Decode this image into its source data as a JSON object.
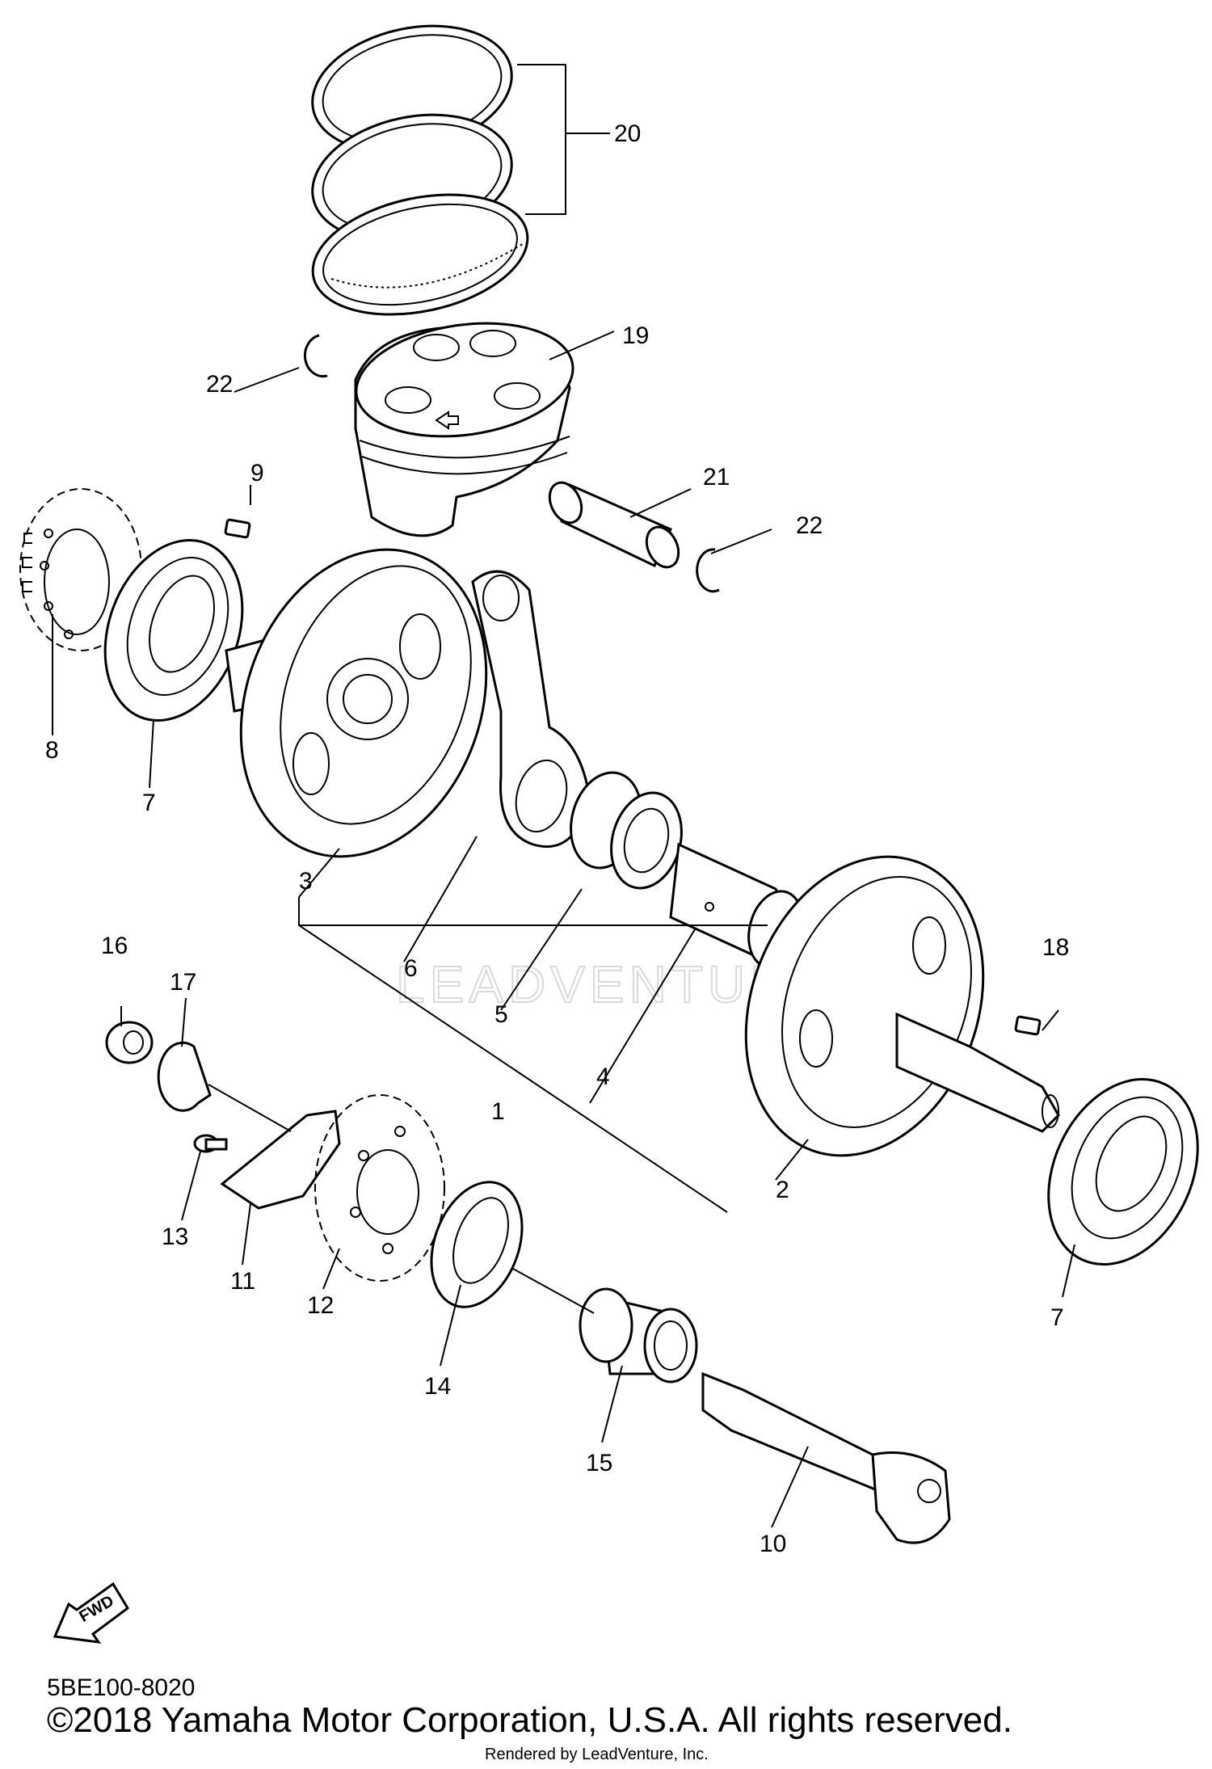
{
  "diagram": {
    "callouts": [
      "1",
      "2",
      "3",
      "4",
      "5",
      "6",
      "7",
      "7",
      "8",
      "9",
      "10",
      "11",
      "12",
      "13",
      "14",
      "15",
      "16",
      "17",
      "18",
      "19",
      "20",
      "21",
      "22",
      "22"
    ],
    "direction_label": "FWD",
    "watermark": "LEADVENTURE"
  },
  "footer": {
    "diagram_code": "5BE100-8020",
    "copyright": "©2018 Yamaha Motor Corporation, U.S.A. All rights reserved.",
    "rendered_by": "Rendered by LeadVenture, Inc."
  }
}
